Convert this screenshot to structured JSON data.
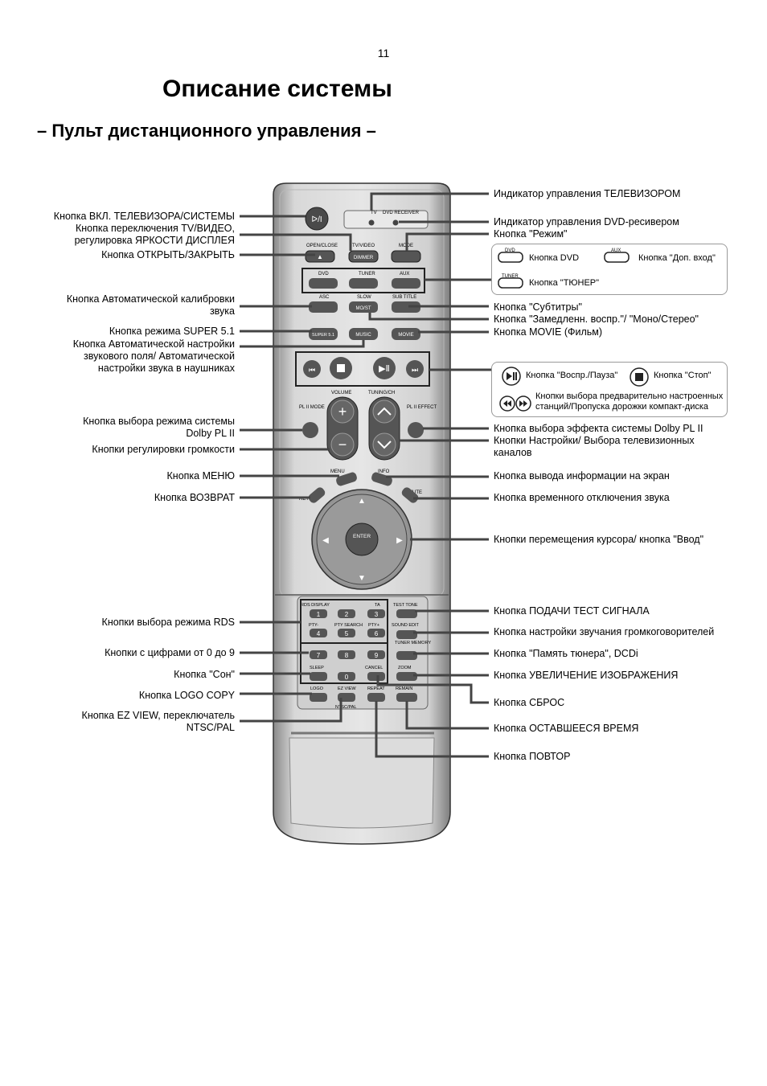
{
  "page_number": "11",
  "title": "Описание системы",
  "subtitle": "– Пульт дистанционного управления –",
  "remote_text": {
    "tv": "TV",
    "dvd_receiver": "DVD RECEIVER",
    "open_close": "OPEN/CLOSE",
    "tv_video": "TV/VIDEO",
    "mode": "MODE",
    "dimmer": "DIMMER",
    "dvd": "DVD",
    "tuner": "TUNER",
    "aux": "AUX",
    "asc": "ASC",
    "slow": "SLOW",
    "moist": "MO/ST",
    "sub_title": "SUB TITLE",
    "super51": "SUPER 5.1",
    "music": "MUSIC",
    "movie": "MOVIE",
    "volume": "VOLUME",
    "tuning_ch": "TUNING/CH",
    "pl_mode": "PL II MODE",
    "pl_effect": "PL II EFFECT",
    "menu": "MENU",
    "info": "INFO",
    "return": "RETURN",
    "mute": "MUTE",
    "enter": "ENTER",
    "rds_display": "RDS DISPLAY",
    "ta": "TA",
    "pty_minus": "PTY-",
    "pty_search": "PTY SEARCH",
    "pty_plus": "PTY+",
    "test_tone": "TEST TONE",
    "sound_edit": "SOUND EDIT",
    "tuner_memory": "TUNER MEMORY",
    "sleep": "SLEEP",
    "cancel": "CANCEL",
    "zoom": "ZOOM",
    "logo": "LOGO",
    "ez_view": "EZ VIEW",
    "ntsc_pal": "NTSC/PAL",
    "repeat": "REPEAT",
    "remain": "REMAIN",
    "digits": [
      "1",
      "2",
      "3",
      "4",
      "5",
      "6",
      "7",
      "8",
      "9",
      "0"
    ]
  },
  "left_labels": [
    "Кнопка ВКЛ. ТЕЛЕВИЗОРА/СИСТЕМЫ",
    "Кнопка переключения TV/ВИДЕО,\nрегулировка ЯРКОСТИ ДИСПЛЕЯ",
    "Кнопка ОТКРЫТЬ/ЗАКРЫТЬ",
    "Кнопка Автоматической калибровки\nзвука",
    "Кнопка режима SUPER 5.1",
    "Кнопка Автоматической настройки\nзвукового поля/ Автоматической\nнастройки звука в наушниках",
    "Кнопка выбора режима системы\nDolby PL II",
    "Кнопки регулировки громкости",
    "Кнопка МЕНЮ",
    "Кнопка ВОЗВРАТ",
    "Кнопки выбора режима RDS",
    "Кнопки с цифрами от 0 до 9",
    "Кнопка \"Сон\"",
    "Кнопка LOGO COPY",
    "Кнопка EZ VIEW, переключатель\nNTSC/PAL"
  ],
  "right_labels": [
    "Индикатор управления ТЕЛЕВИЗОРОМ",
    "Индикатор управления DVD-ресивером",
    "Кнопка \"Режим\"",
    "Кнопка \"Субтитры\"",
    "Кнопка \"Замедленн. воспр.\"/ \"Моно/Стерео\"",
    "Кнопка MOVIE (Фильм)",
    "Кнопка выбора эффекта системы Dolby PL II",
    "Кнопки Настройки/ Выбора телевизионных\nканалов",
    "Кнопка вывода информации на экран",
    "Кнопка временного отключения звука",
    "Кнопки перемещения курсора/ кнопка \"Ввод\"",
    "Кнопка ПОДАЧИ ТЕСТ СИГНАЛА",
    "Кнопка настройки звучания громкоговорителей",
    "Кнопка \"Память тюнера\", DCDi",
    "Кнопка УВЕЛИЧЕНИЕ ИЗОБРАЖЕНИЯ",
    "Кнопка СБРОС",
    "Кнопка ОСТАВШЕЕСЯ ВРЕМЯ",
    "Кнопка ПОВТОР"
  ],
  "inset_source": {
    "dvd": "Кнопка DVD",
    "aux": "Кнопка \"Доп. вход\"",
    "tuner": "Кнопка \"ТЮНЕР\""
  },
  "inset_play": {
    "play_pause": "Кнопка \"Воспр./Пауза\"",
    "stop": "Кнопка \"Стоп\"",
    "skip": "Кнопки выбора предварительно настроенных\nстанций/Пропуска дорожки компакт-диска"
  },
  "icon_text": {
    "dvd": "DVD",
    "aux": "AUX",
    "tuner": "TUNER"
  }
}
